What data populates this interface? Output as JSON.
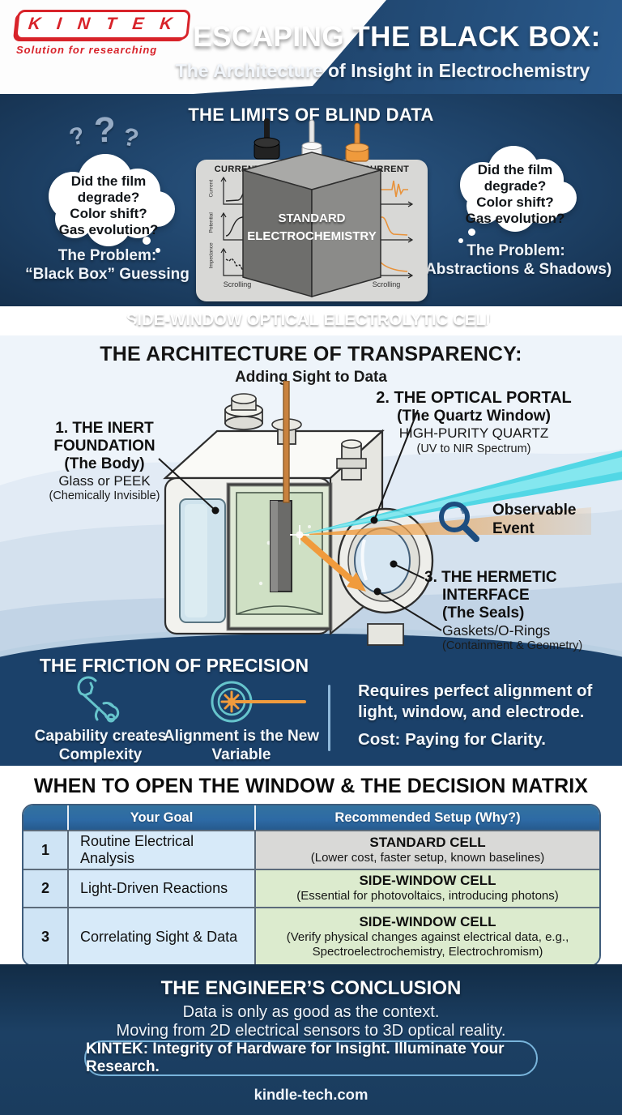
{
  "brand": {
    "name": "KINTEK",
    "name_spaced": "K I N T E K",
    "tagline": "Solution for researching",
    "accent_red": "#d8232a"
  },
  "header": {
    "title": "ESCAPING THE BLACK BOX:",
    "subtitle": "The Architecture of Insight in Electrochemistry"
  },
  "limits": {
    "heading": "THE LIMITS OF BLIND DATA",
    "question_marks": [
      "?",
      "?",
      "?"
    ],
    "bubble_lines": [
      "Did the film degrade?",
      "Color shift?",
      "Gas evolution?"
    ],
    "left_problem_1": "The Problem:",
    "left_problem_2": "“Black Box” Guessing",
    "right_problem_1": "The Problem:",
    "right_problem_2": "(Abstractions & Shadows)",
    "cube_label_1": "STANDARD",
    "cube_label_2": "ELECTROCHEMISTRY",
    "panel": {
      "title": "CURRENT",
      "y_labels": [
        "Current",
        "Potential",
        "Impedance"
      ],
      "x_label": "Scrolling"
    }
  },
  "banner": {
    "label": "SIDE-WINDOW OPTICAL ELECTROLYTIC CELL"
  },
  "architecture": {
    "heading": "THE ARCHITECTURE OF TRANSPARENCY:",
    "subheading": "Adding Sight to Data",
    "callout1": {
      "title_1": "1. THE INERT",
      "title_2": "FOUNDATION",
      "title_3": "(The Body)",
      "line_1": "Glass or PEEK",
      "line_2": "(Chemically Invisible)"
    },
    "callout2": {
      "title_1": "2. THE OPTICAL PORTAL",
      "title_2": "(The Quartz Window)",
      "line_1": "HIGH-PURITY QUARTZ",
      "line_2": "(UV to NIR Spectrum)"
    },
    "callout3": {
      "title_1": "3. THE HERMETIC",
      "title_2": "INTERFACE",
      "title_3": "(The Seals)",
      "line_1": "Gaskets/O-Rings",
      "line_2": "(Containment & Geometry)"
    },
    "observable_label": "Observable Event",
    "beam_cyan": "#38d3e2",
    "beam_orange": "#f09b3d"
  },
  "friction": {
    "heading": "THE FRICTION OF PRECISION",
    "caption_1": "Capability creates Complexity",
    "caption_2": "Alignment is the New Variable",
    "note_1": "Requires perfect alignment of light, window, and electrode.",
    "note_2": "Cost: Paying for Clarity.",
    "icon_teal": "#66c4cc"
  },
  "matrix": {
    "heading": "WHEN TO OPEN THE WINDOW & THE DECISION MATRIX",
    "columns": {
      "num": "",
      "goal": "Your Goal",
      "setup": "Recommended Setup (Why?)"
    },
    "rows": [
      {
        "num": "1",
        "goal": "Routine Electrical Analysis",
        "setup_title": "STANDARD CELL",
        "setup_detail": "(Lower cost, faster setup, known baselines)"
      },
      {
        "num": "2",
        "goal": "Light-Driven Reactions",
        "setup_title": "SIDE-WINDOW CELL",
        "setup_detail": "(Essential for photovoltaics, introducing photons)"
      },
      {
        "num": "3",
        "goal": "Correlating Sight & Data",
        "setup_title": "SIDE-WINDOW CELL",
        "setup_detail": "(Verify physical changes against electrical data, e.g., Spectroelectrochemistry, Electrochromism)"
      }
    ]
  },
  "conclusion": {
    "heading": "THE ENGINEER’S CONCLUSION",
    "line_1": "Data is only as good as the context.",
    "line_2": "Moving from 2D electrical sensors to 3D optical reality.",
    "box_label": "KINTEK: Integrity of Hardware for Insight. Illuminate Your Research.",
    "site": "kindle-tech.com"
  },
  "icons": {
    "question_mark": "?",
    "magnifier": "magnifying-glass",
    "wrench": "wrench-in-hand",
    "alignment_target": "target-with-laser",
    "thought_dots": "cloud-tail-dots"
  }
}
